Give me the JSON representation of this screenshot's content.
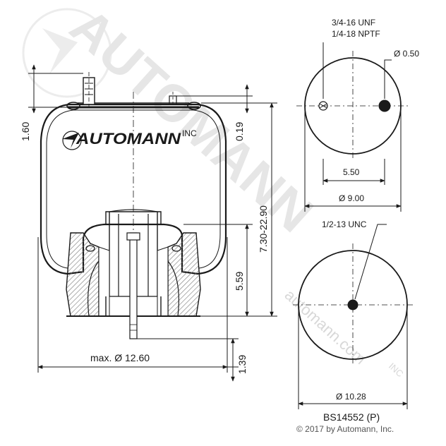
{
  "brand": {
    "logo_text": "AUTOMANN",
    "logo_suffix": "INC",
    "watermark_text": "AUTOMANN",
    "watermark_url": "automann.com",
    "watermark_suffix": "INC"
  },
  "side_view": {
    "dim_left_height": "1.60",
    "dim_top_offset": "0.19",
    "dim_height_range": "7.30-22.90",
    "dim_piston_height": "5.59",
    "dim_bottom": "1.39",
    "dim_max_diameter": "max. Ø 12.60"
  },
  "top_view": {
    "thread_label_1": "3/4-16 UNF",
    "thread_label_2": "1/4-18 NPTF",
    "hole_diameter": "Ø 0.50",
    "spacing": "5.50",
    "diameter": "Ø 9.00"
  },
  "bottom_view": {
    "thread_label": "1/2-13 UNC",
    "diameter": "Ø 10.28"
  },
  "part_number": "BS14552 (P)",
  "copyright": "© 2017 by Automann, Inc.",
  "colors": {
    "line": "#1a1a1a",
    "fill_gray": "#c8c8c8",
    "hatch": "#777777",
    "watermark": "#e6e6e6"
  }
}
